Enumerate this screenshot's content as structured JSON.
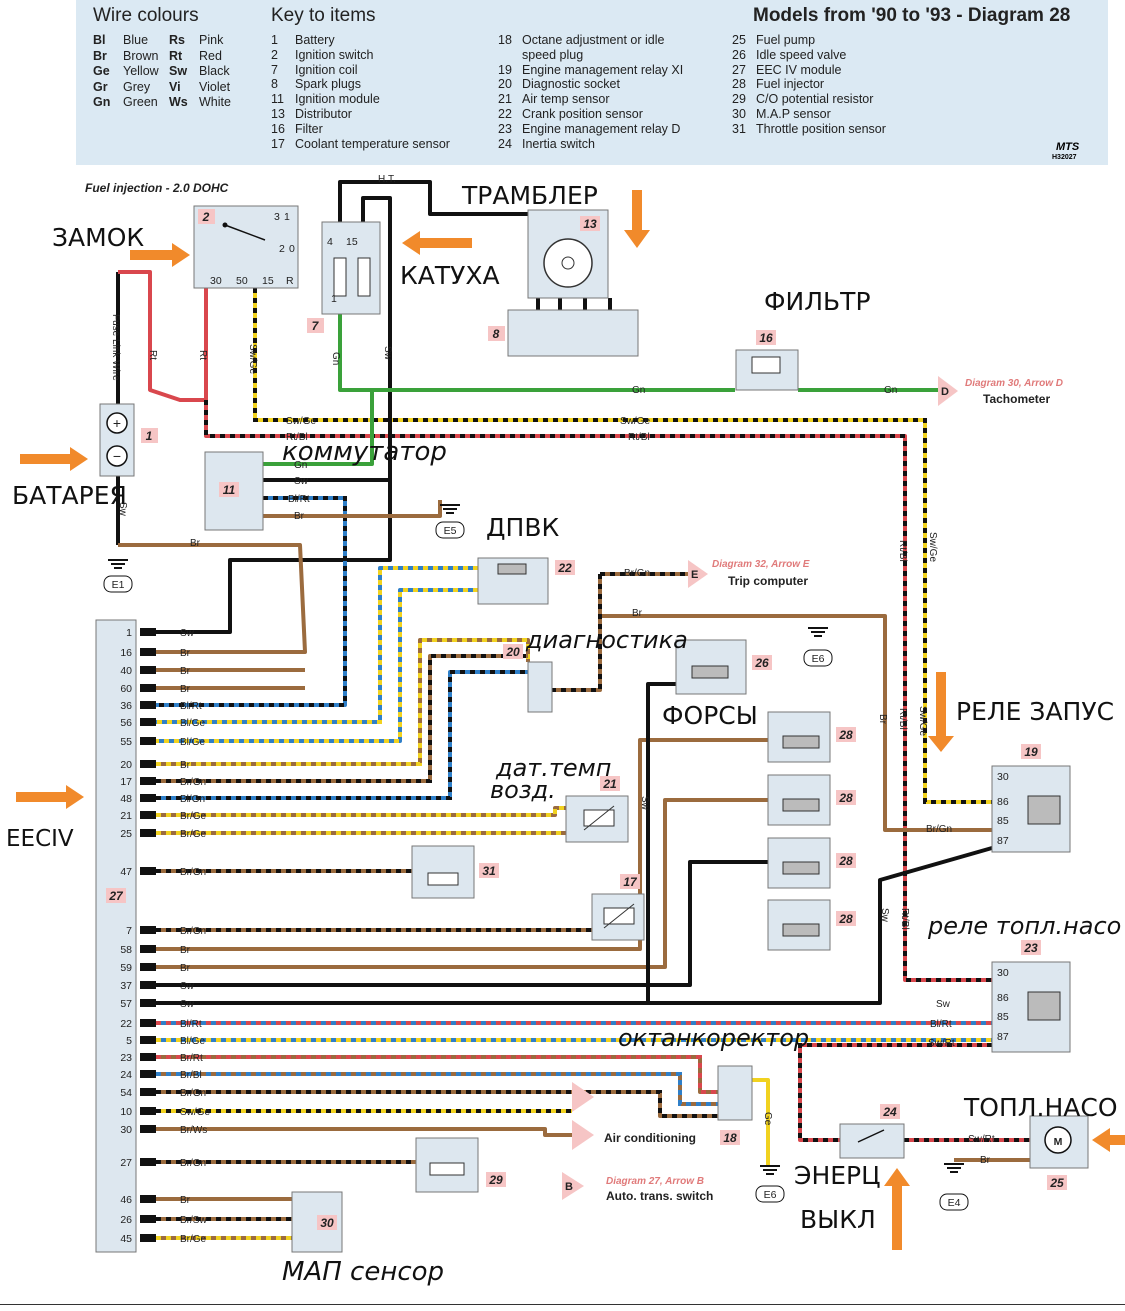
{
  "header": {
    "wire_colours_title": "Wire colours",
    "key_title": "Key to items",
    "models_title": "Models from '90 to '93 - Diagram 28",
    "mts_logo": "MTS",
    "mts_code": "H32027",
    "wire_colours": [
      {
        "code": "Bl",
        "name": "Blue",
        "code2": "Rs",
        "name2": "Pink"
      },
      {
        "code": "Br",
        "name": "Brown",
        "code2": "Rt",
        "name2": "Red"
      },
      {
        "code": "Ge",
        "name": "Yellow",
        "code2": "Sw",
        "name2": "Black"
      },
      {
        "code": "Gr",
        "name": "Grey",
        "code2": "Vi",
        "name2": "Violet"
      },
      {
        "code": "Gn",
        "name": "Green",
        "code2": "Ws",
        "name2": "White"
      }
    ],
    "key_col1": [
      {
        "n": "1",
        "t": "Battery"
      },
      {
        "n": "2",
        "t": "Ignition switch"
      },
      {
        "n": "7",
        "t": "Ignition coil"
      },
      {
        "n": "8",
        "t": "Spark plugs"
      },
      {
        "n": "11",
        "t": "Ignition module"
      },
      {
        "n": "13",
        "t": "Distributor"
      },
      {
        "n": "16",
        "t": "Filter"
      },
      {
        "n": "17",
        "t": "Coolant temperature sensor"
      }
    ],
    "key_col2": [
      {
        "n": "18",
        "t": "Octane adjustment or idle"
      },
      {
        "n": "",
        "t": "speed plug"
      },
      {
        "n": "19",
        "t": "Engine management relay XI"
      },
      {
        "n": "20",
        "t": "Diagnostic socket"
      },
      {
        "n": "21",
        "t": "Air temp sensor"
      },
      {
        "n": "22",
        "t": "Crank position sensor"
      },
      {
        "n": "23",
        "t": "Engine management relay D"
      },
      {
        "n": "24",
        "t": "Inertia switch"
      }
    ],
    "key_col3": [
      {
        "n": "25",
        "t": "Fuel pump"
      },
      {
        "n": "26",
        "t": "Idle speed valve"
      },
      {
        "n": "27",
        "t": "EEC IV module"
      },
      {
        "n": "28",
        "t": "Fuel injector"
      },
      {
        "n": "29",
        "t": "C/O potential resistor"
      },
      {
        "n": "30",
        "t": "M.A.P sensor"
      },
      {
        "n": "31",
        "t": "Throttle position sensor"
      }
    ]
  },
  "diagram": {
    "subtitle": "Fuel injection - 2.0 DOHC",
    "colors": {
      "green": "#3aa13a",
      "black": "#111111",
      "brown": "#9b6b3e",
      "red": "#d9474d",
      "blue": "#2f7fc8",
      "yellow": "#f1d21f",
      "arrow": "#f18a2b",
      "box": "#dde7ef",
      "num_bg": "#f6c5c5"
    },
    "annotations": {
      "zamok": "ЗАМОК",
      "trambler": "ТРАМБЛЕР",
      "katukha": "КАТУХА",
      "filtr": "ФИЛЬТР",
      "batareya": "БАТАРЕЯ",
      "kommutator": "коммутатор",
      "dpvk": "ДПВК",
      "diagnostika": "диагностика",
      "forsy": "ФОРСЫ",
      "rele_zapusk": "РЕЛЕ ЗАПУС",
      "dat_temp": "дат.темп",
      "vozd": "возд.",
      "eeciv": "EECIV",
      "rele_topl": "реле топл.насо",
      "oktankorektor": "октанкоректор",
      "topl_nasos": "ТОПЛ.НАСО",
      "energ_vykl_1": "ЭНЕРЦ",
      "energ_vykl_2": "ВЫКЛ",
      "map_sensor": "МАП сенсор"
    },
    "items": {
      "n1": "1",
      "n2": "2",
      "n7": "7",
      "n8": "8",
      "n11": "11",
      "n13": "13",
      "n16": "16",
      "n17": "17",
      "n18": "18",
      "n19": "19",
      "n20": "20",
      "n21": "21",
      "n22": "22",
      "n23": "23",
      "n24": "24",
      "n25": "25",
      "n26": "26",
      "n27": "27",
      "n28": "28",
      "n29": "29",
      "n30": "30",
      "n31": "31"
    },
    "grounds": {
      "e1": "E1",
      "e4": "E4",
      "e5": "E5",
      "e6a": "E6",
      "e6b": "E6"
    },
    "refs": {
      "d30": "Diagram 30, Arrow D",
      "tachometer": "Tachometer",
      "d32": "Diagram 32, Arrow E",
      "trip": "Trip computer",
      "d27": "Diagram 27, Arrow B",
      "auto": "Auto. trans. switch",
      "aircon": "Air conditioning",
      "ltr_d": "D",
      "ltr_e": "E",
      "ltr_b": "B"
    },
    "wire_tags": {
      "ht": "H.T.",
      "fuse": "Fuse Link Wire",
      "rt": "Rt",
      "swge": "Sw/Ge",
      "sw": "Sw",
      "gn": "Gn",
      "rtbl": "Rt/Bl",
      "blrt": "Bl/Rt",
      "br": "Br",
      "brgn": "Br/Gn",
      "swrt": "Sw/Rt",
      "ge": "Ge"
    },
    "switch_pins": {
      "p30": "30",
      "p50": "50",
      "p15": "15",
      "pR": "R",
      "p3": "3",
      "p1": "1",
      "p2": "2",
      "p0": "0"
    },
    "coil_pins": {
      "p4": "4",
      "p15": "15",
      "p1": "1"
    },
    "relay_pins": {
      "p30": "30",
      "p86": "86",
      "p85": "85",
      "p87": "87"
    },
    "ecu_pins": [
      {
        "pin": "1",
        "wire": "Sw"
      },
      {
        "pin": "16",
        "wire": "Br"
      },
      {
        "pin": "40",
        "wire": "Br"
      },
      {
        "pin": "60",
        "wire": "Br"
      },
      {
        "pin": "36",
        "wire": "Bl/Rt"
      },
      {
        "pin": "56",
        "wire": "Bl/Ge"
      },
      {
        "pin": "55",
        "wire": "Bl/Ge"
      },
      {
        "pin": "20",
        "wire": "Br"
      },
      {
        "pin": "17",
        "wire": "Br/Gn"
      },
      {
        "pin": "48",
        "wire": "Bl/Gn"
      },
      {
        "pin": "21",
        "wire": "Br/Ge"
      },
      {
        "pin": "25",
        "wire": "Br/Ge"
      },
      {
        "pin": "47",
        "wire": "Br/Gn"
      },
      {
        "pin": "7",
        "wire": "Br/Gn"
      },
      {
        "pin": "58",
        "wire": "Br"
      },
      {
        "pin": "59",
        "wire": "Br"
      },
      {
        "pin": "37",
        "wire": "Sw"
      },
      {
        "pin": "57",
        "wire": "Sw"
      },
      {
        "pin": "22",
        "wire": "Bl/Rt"
      },
      {
        "pin": "5",
        "wire": "Bl/Ge"
      },
      {
        "pin": "23",
        "wire": "Br/Rt"
      },
      {
        "pin": "24",
        "wire": "Br/Bl"
      },
      {
        "pin": "54",
        "wire": "Br/Gn"
      },
      {
        "pin": "10",
        "wire": "Sw/Ge"
      },
      {
        "pin": "30",
        "wire": "Br/Ws"
      },
      {
        "pin": "27",
        "wire": "Br/Gn"
      },
      {
        "pin": "46",
        "wire": "Br"
      },
      {
        "pin": "26",
        "wire": "Br/Sw"
      },
      {
        "pin": "45",
        "wire": "Br/Ge"
      }
    ]
  }
}
